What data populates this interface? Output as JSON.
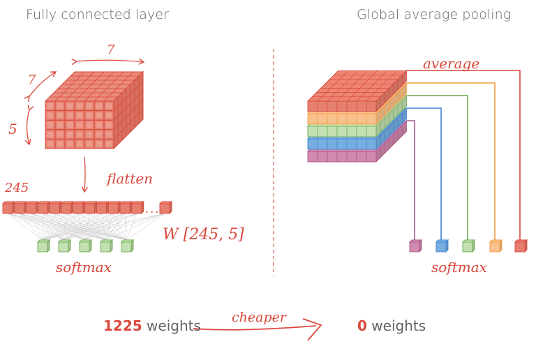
{
  "titles": {
    "left": "Fully connected layer",
    "right": "Global average pooling"
  },
  "left_panel": {
    "cube_dims": {
      "width": "7",
      "depth": "7",
      "height": "5"
    },
    "flatten_label": "flatten",
    "flat_count_label": "245",
    "ellipsis": "...",
    "weights_label": "W [245, 5]",
    "softmax_label": "softmax",
    "flat_cells": 12,
    "softmax_cells": 5
  },
  "right_panel": {
    "average_label": "average",
    "softmax_label": "softmax",
    "channels": [
      {
        "name": "red",
        "fill": "#e5806f",
        "stroke": "#d9483b"
      },
      {
        "name": "orange",
        "fill": "#f8c18d",
        "stroke": "#f29b3f"
      },
      {
        "name": "green",
        "fill": "#c4e0b2",
        "stroke": "#6aaa50"
      },
      {
        "name": "blue",
        "fill": "#76aee0",
        "stroke": "#3f84d6"
      },
      {
        "name": "purple",
        "fill": "#d08aae",
        "stroke": "#a9558a"
      }
    ]
  },
  "footer": {
    "left_count": "1225",
    "left_unit": "weights",
    "arrow_label": "cheaper",
    "right_count": "0",
    "right_unit": "weights"
  },
  "colors": {
    "accent_red": "#d9483b",
    "cube_fill": "#e5806f",
    "softmax_green_fill": "#c4e0b2",
    "softmax_green_stroke": "#6aaa50",
    "title_gray": "#5f6368",
    "connection_gray": "#c8c8c8"
  }
}
